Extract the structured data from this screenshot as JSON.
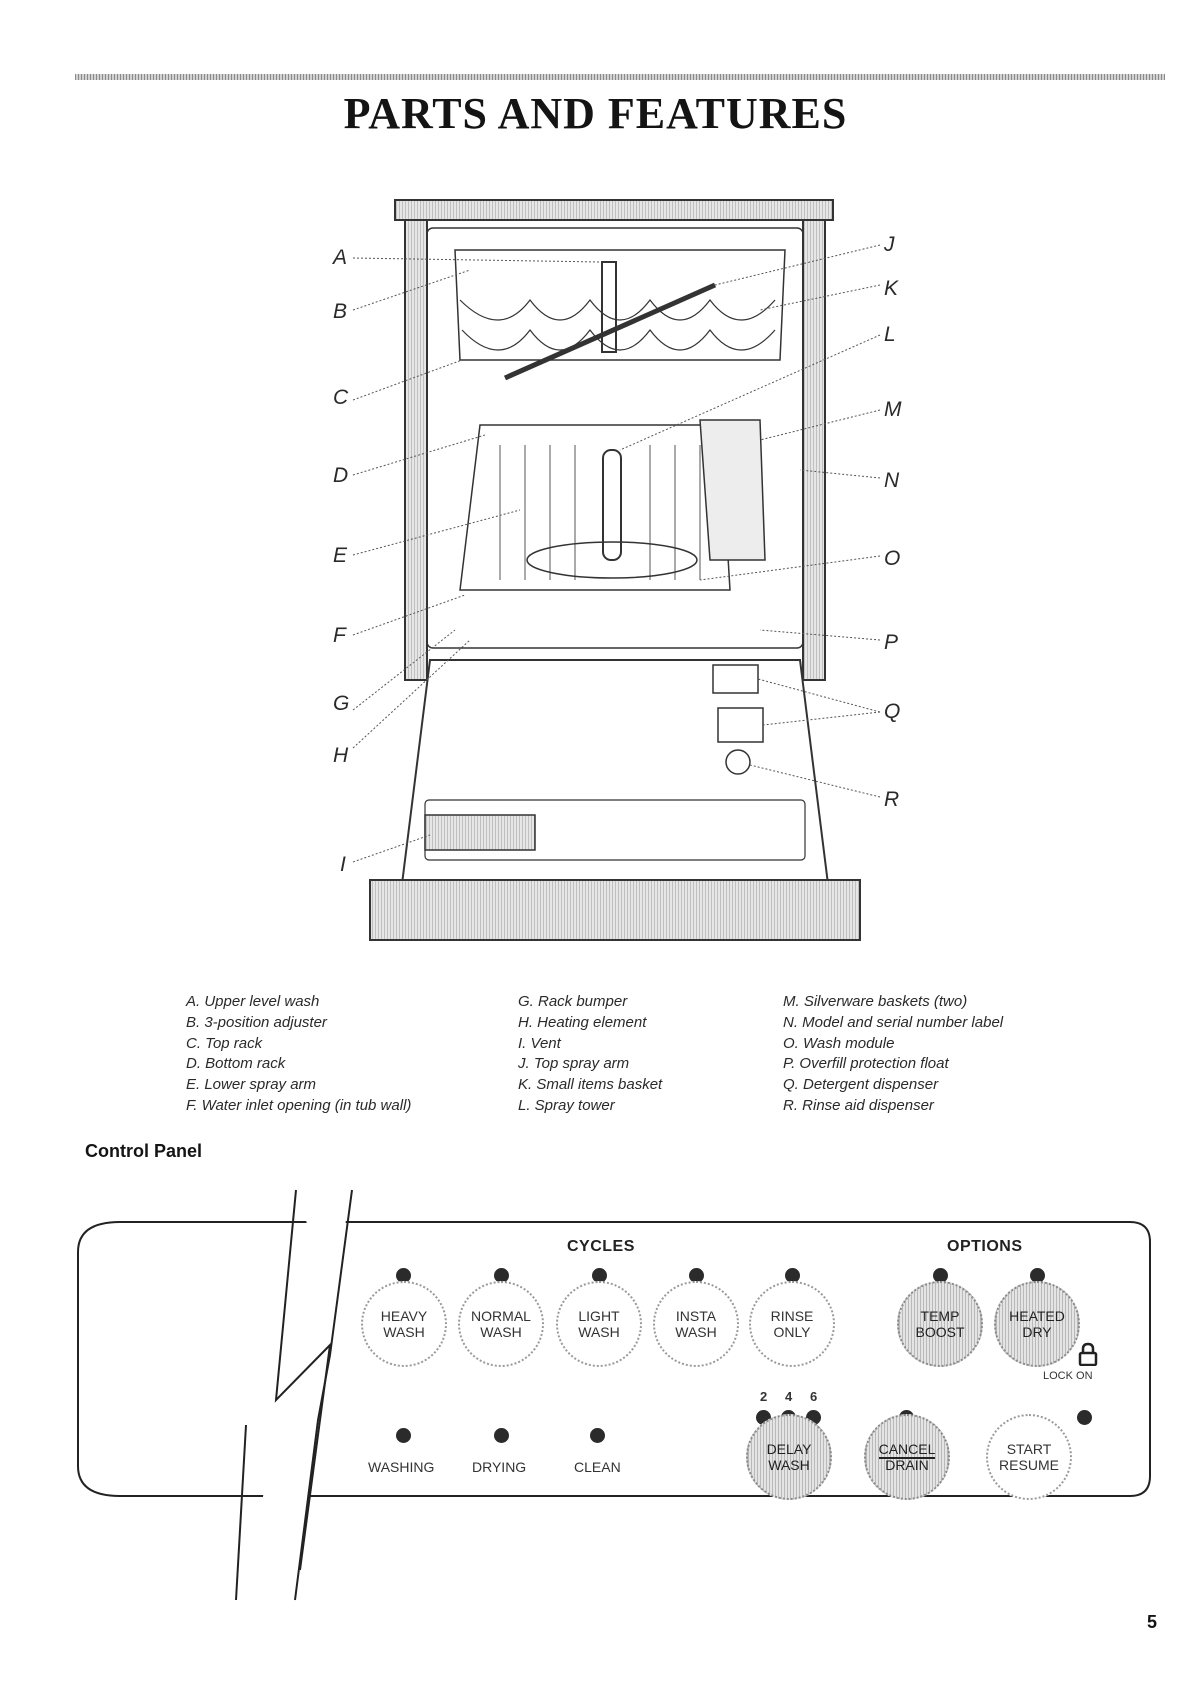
{
  "title": "PARTS AND FEATURES",
  "callouts": [
    "A",
    "B",
    "C",
    "D",
    "E",
    "F",
    "G",
    "H",
    "I",
    "J",
    "K",
    "L",
    "M",
    "N",
    "O",
    "P",
    "Q",
    "R"
  ],
  "legend": {
    "col1": [
      "A. Upper level wash",
      "B. 3-position adjuster",
      "C. Top rack",
      "D. Bottom rack",
      "E. Lower spray arm",
      "F. Water inlet opening (in tub wall)"
    ],
    "col2": [
      "G. Rack bumper",
      "H. Heating element",
      "I. Vent",
      "J. Top spray arm",
      "K. Small items basket",
      "L. Spray tower"
    ],
    "col3": [
      "M. Silverware baskets (two)",
      "N. Model and serial number label",
      "O. Wash module",
      "P. Overfill protection float",
      "Q. Detergent dispenser",
      "R. Rinse aid dispenser"
    ]
  },
  "control_panel": {
    "title": "Control Panel",
    "cycles_label": "CYCLES",
    "options_label": "OPTIONS",
    "cycles": [
      {
        "line1": "HEAVY",
        "line2": "WASH"
      },
      {
        "line1": "NORMAL",
        "line2": "WASH"
      },
      {
        "line1": "LIGHT",
        "line2": "WASH"
      },
      {
        "line1": "INSTA",
        "line2": "WASH"
      },
      {
        "line1": "RINSE",
        "line2": "ONLY"
      }
    ],
    "options": [
      {
        "line1": "TEMP",
        "line2": "BOOST"
      },
      {
        "line1": "HEATED",
        "line2": "DRY"
      }
    ],
    "lock_label": "LOCK ON",
    "status": [
      "WASHING",
      "DRYING",
      "CLEAN"
    ],
    "delay_hours": [
      "2",
      "4",
      "6"
    ],
    "delay": {
      "line1": "DELAY",
      "line2": "WASH"
    },
    "cancel": {
      "line1": "CANCEL",
      "line2": "DRAIN"
    },
    "start": {
      "line1": "START",
      "line2": "RESUME"
    }
  },
  "page_number": "5"
}
